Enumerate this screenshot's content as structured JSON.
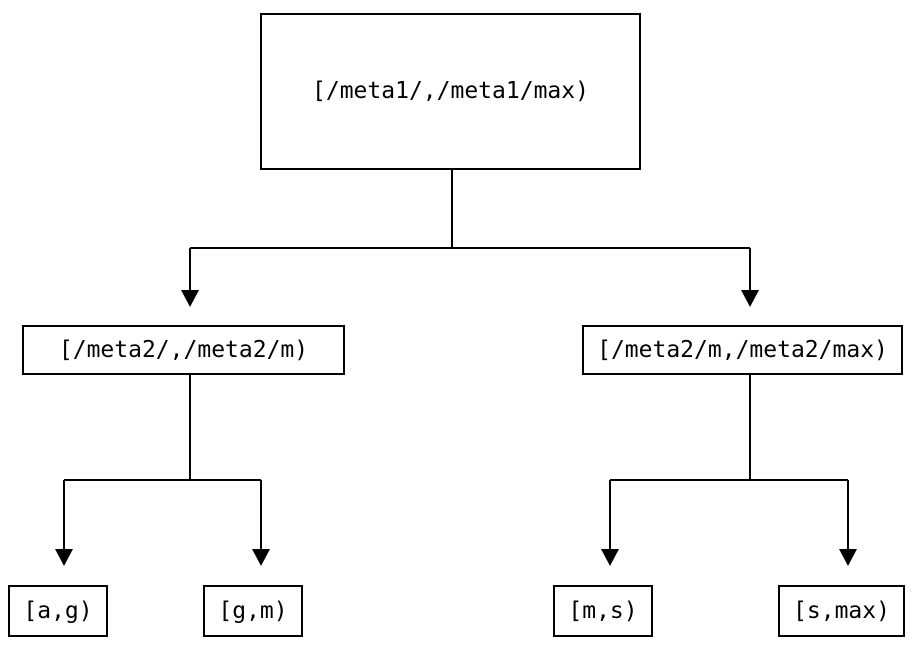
{
  "diagram": {
    "type": "binary-interval-tree",
    "root": {
      "label": "[/meta1/,/meta1/max)"
    },
    "level2": [
      {
        "label": "[/meta2/,/meta2/m)"
      },
      {
        "label": "[/meta2/m,/meta2/max)"
      }
    ],
    "leaves": [
      {
        "label": "[a,g)"
      },
      {
        "label": "[g,m)"
      },
      {
        "label": "[m,s)"
      },
      {
        "label": "[s,max)"
      }
    ],
    "colors": {
      "background": "#ffffff",
      "box_border": "#000000",
      "edge": "#000000",
      "text": "#000000"
    }
  }
}
